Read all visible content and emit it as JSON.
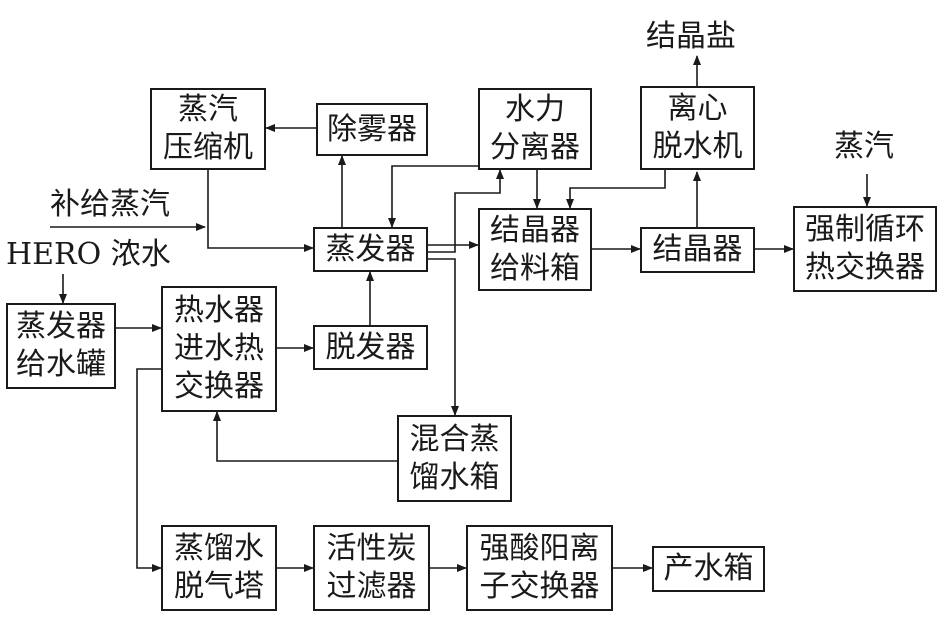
{
  "nodes": {
    "steam_compressor": "蒸汽\n压缩机",
    "demister": "除雾器",
    "hydro_separator": "水力\n分离器",
    "centrifuge": "离心\n脱水机",
    "evaporator": "蒸发器",
    "crystallizer_feed_tank": "结晶器\n给料箱",
    "crystallizer": "结晶器",
    "forced_circ_hx": "强制循环\n热交换器",
    "evaporator_feed_tank": "蒸发器\n给水罐",
    "heater_inlet_hx": "热水器\n进水热\n交换器",
    "deaerator": "脱发器",
    "mixed_distillate_tank": "混合蒸\n馏水箱",
    "distillate_degas_tower": "蒸馏水\n脱气塔",
    "activated_carbon_filter": "活性炭\n过滤器",
    "strong_acid_cation_exchanger": "强酸阳离\n子交换器",
    "product_water_tank": "产水箱"
  },
  "labels": {
    "crystal_salt": "结晶盐",
    "steam": "蒸汽",
    "makeup_steam": "补给蒸汽",
    "hero_concentrate": "HERO 浓水"
  },
  "colors": {
    "line": "#1a1a1a",
    "background": "#ffffff"
  }
}
